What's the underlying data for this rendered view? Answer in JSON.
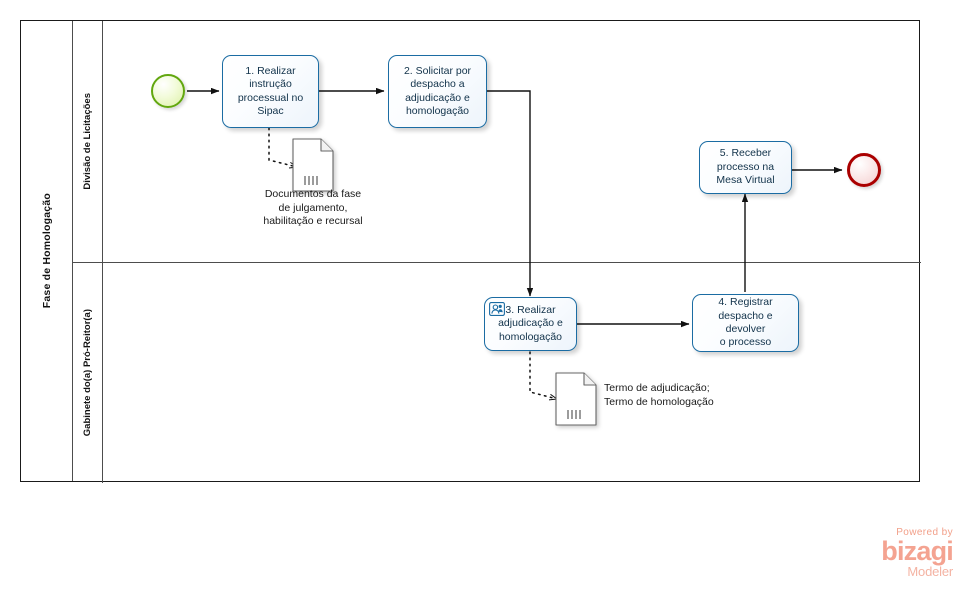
{
  "diagram": {
    "type": "bpmn-process-diagram",
    "pool": {
      "name": "Fase de Homologação"
    },
    "lanes": [
      {
        "id": "lane-licitacoes",
        "name": "Divisão de Licitações"
      },
      {
        "id": "lane-gabinete",
        "name": "Gabinete do(a) Pró-Reitor(a)"
      }
    ],
    "events": [
      {
        "id": "start-event",
        "kind": "start",
        "lane": "lane-licitacoes",
        "color": "#62a70f"
      },
      {
        "id": "end-event",
        "kind": "end",
        "lane": "lane-licitacoes",
        "color": "#aa0000"
      }
    ],
    "tasks": [
      {
        "id": "task-1",
        "number": "1",
        "label": "1. Realizar\ninstrução\nprocessual no\nSipac",
        "lane": "lane-licitacoes",
        "marker": "none"
      },
      {
        "id": "task-2",
        "number": "2",
        "label": "2. Solicitar por\ndespacho a\nadjudicação e\nhomologação",
        "lane": "lane-licitacoes",
        "marker": "none"
      },
      {
        "id": "task-3",
        "number": "3",
        "label": "3. Realizar\nadjudicação e\nhomologação",
        "lane": "lane-gabinete",
        "marker": "user-task"
      },
      {
        "id": "task-4",
        "number": "4",
        "label": "4. Registrar\ndespacho e\ndevolver\no processo",
        "lane": "lane-gabinete",
        "marker": "none"
      },
      {
        "id": "task-5",
        "number": "5",
        "label": "5. Receber\nprocesso na\nMesa Virtual",
        "lane": "lane-licitacoes",
        "marker": "none"
      }
    ],
    "data_objects": [
      {
        "id": "data-object-1",
        "label": "Documentos da fase\nde julgamento,\nhabilitação e recursal",
        "associated_task": "task-1",
        "label_position": "below"
      },
      {
        "id": "data-object-2",
        "label": "Termo de adjudicação;\nTermo de homologação",
        "associated_task": "task-3",
        "label_position": "right"
      }
    ],
    "flows": [
      {
        "id": "flow-start-t1",
        "from": "start-event",
        "to": "task-1",
        "type": "sequence"
      },
      {
        "id": "flow-t1-t2",
        "from": "task-1",
        "to": "task-2",
        "type": "sequence"
      },
      {
        "id": "flow-t2-t3",
        "from": "task-2",
        "to": "task-3",
        "type": "sequence"
      },
      {
        "id": "flow-t3-t4",
        "from": "task-3",
        "to": "task-4",
        "type": "sequence"
      },
      {
        "id": "flow-t4-t5",
        "from": "task-4",
        "to": "task-5",
        "type": "sequence"
      },
      {
        "id": "flow-t5-end",
        "from": "task-5",
        "to": "end-event",
        "type": "sequence"
      },
      {
        "id": "assoc-t1-do1",
        "from": "task-1",
        "to": "data-object-1",
        "type": "association"
      },
      {
        "id": "assoc-t3-do2",
        "from": "task-3",
        "to": "data-object-2",
        "type": "association"
      }
    ]
  },
  "watermark": {
    "powered_by": "Powered by",
    "brand": "bizagi",
    "product": "Modeler",
    "color": "#f4a391"
  }
}
